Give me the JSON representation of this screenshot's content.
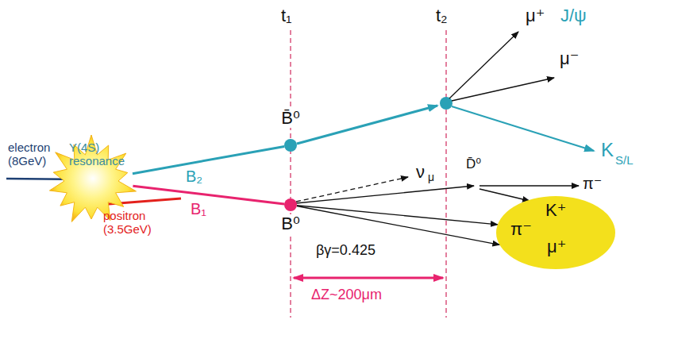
{
  "diagram": {
    "nodes": [
      {
        "text": [
          "Υ(4S) resonance"
        ]
      },
      {
        "text": [
          "B̄⁰"
        ]
      },
      {
        "text": [
          "B⁰"
        ]
      },
      {
        "text": [
          "K⁺",
          "π⁻",
          "μ⁺"
        ]
      }
    ],
    "edges": [
      {
        "from": 0,
        "to": 1,
        "label": "B₂",
        "arrow": "none"
      },
      {
        "from": 0,
        "to": 2,
        "label": "B₁",
        "arrow": "none"
      },
      {
        "from": 2,
        "to": 3,
        "arrow": "to"
      },
      {
        "from": 2,
        "to": 3,
        "arrow": "to"
      }
    ],
    "labels": [
      "electron (8GeV)",
      "positron (3.5GeV)",
      "t₁",
      "t₂",
      "μ⁺",
      "J/ψ",
      "μ⁻",
      "K",
      "S/L",
      "ν",
      "μ",
      "D̄⁰",
      "π⁻",
      "βγ=0.425",
      "ΔZ~200μm"
    ]
  }
}
